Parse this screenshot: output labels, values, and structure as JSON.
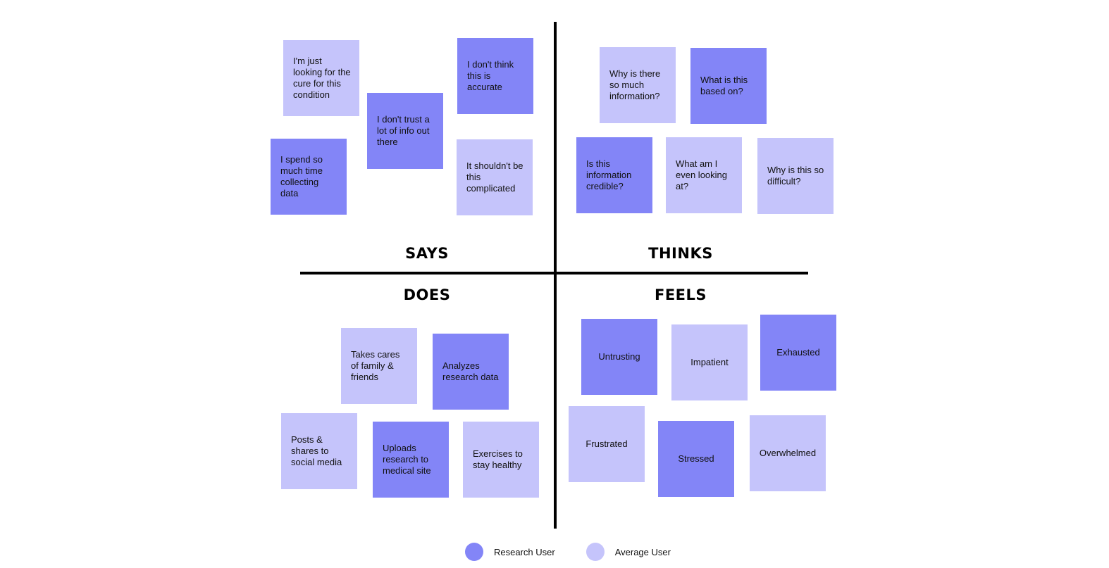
{
  "colors": {
    "research": "#8385f7",
    "average": "#c5c4fb"
  },
  "quadrants": {
    "says": {
      "label": "SAYS",
      "notes": [
        {
          "text": "I'm just looking for the cure for this condition",
          "type": "average"
        },
        {
          "text": "I don't trust a lot of info out there",
          "type": "research"
        },
        {
          "text": "I don't think this is accurate",
          "type": "research"
        },
        {
          "text": "I spend so much time collecting data",
          "type": "research"
        },
        {
          "text": "It shouldn't be this complicated",
          "type": "average"
        }
      ]
    },
    "thinks": {
      "label": "THINKS",
      "notes": [
        {
          "text": "Why is there so much information?",
          "type": "average"
        },
        {
          "text": "What is this based on?",
          "type": "research"
        },
        {
          "text": "Is this information credible?",
          "type": "research"
        },
        {
          "text": "What am I even looking at?",
          "type": "average"
        },
        {
          "text": "Why is this so difficult?",
          "type": "average"
        }
      ]
    },
    "does": {
      "label": "DOES",
      "notes": [
        {
          "text": "Takes cares of family & friends",
          "type": "average"
        },
        {
          "text": "Analyzes research data",
          "type": "research"
        },
        {
          "text": "Posts & shares to social media",
          "type": "average"
        },
        {
          "text": "Uploads research to medical site",
          "type": "research"
        },
        {
          "text": "Exercises to stay healthy",
          "type": "average"
        }
      ]
    },
    "feels": {
      "label": "FEELS",
      "notes": [
        {
          "text": "Untrusting",
          "type": "research"
        },
        {
          "text": "Impatient",
          "type": "average"
        },
        {
          "text": "Exhausted",
          "type": "research"
        },
        {
          "text": "Frustrated",
          "type": "average"
        },
        {
          "text": "Stressed",
          "type": "research"
        },
        {
          "text": "Overwhelmed",
          "type": "average"
        }
      ]
    }
  },
  "legend": {
    "research_label": "Research User",
    "average_label": "Average User"
  }
}
